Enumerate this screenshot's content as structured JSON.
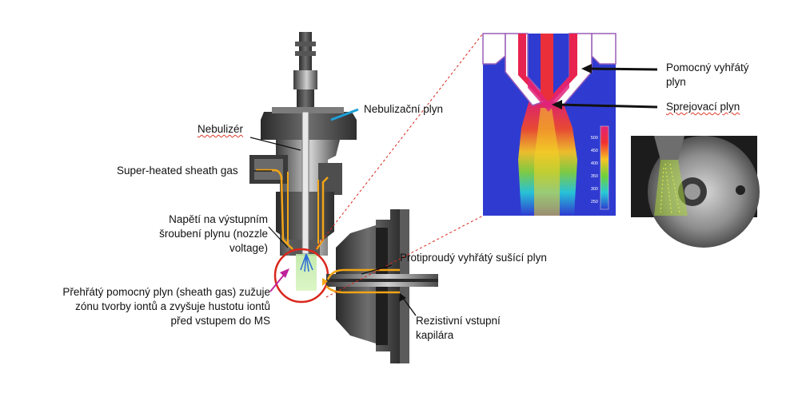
{
  "labels": {
    "nebulizacni_plyn": "Nebulizační plyn",
    "nebulizer": "Nebulizér",
    "super_heated": "Super-heated sheath gas",
    "napeti_line1": "Napětí na výstupním",
    "napeti_line2": "šroubení plynu (nozzle",
    "napeti_line3": "voltage)",
    "prehraty_line1": "Přehřátý pomocný plyn (sheath gas) zužuje",
    "prehraty_line2": "zónu tvorby iontů a zvyšuje hustotu iontů",
    "prehraty_line3": "před vstupem do MS",
    "protiproudy": "Protiproudý vyhřátý sušící plyn",
    "rezistivni_line1": "Rezistivní vstupní",
    "rezistivni_line2": "kapilára",
    "pomocny_line1": "Pomocný vyhřátý",
    "pomocny_line2": "plyn",
    "sprejovaci": "Sprejovací plyn"
  },
  "colorbar_ticks": [
    "500",
    "450",
    "400",
    "350",
    "300",
    "250"
  ],
  "colors": {
    "accent_line": "#1ea0d8",
    "arrow": "#111111",
    "circle": "#d9261c",
    "dashed": "#d9261c",
    "gas_flow": "#f2a516",
    "sim_background": "#2f3bd0"
  }
}
